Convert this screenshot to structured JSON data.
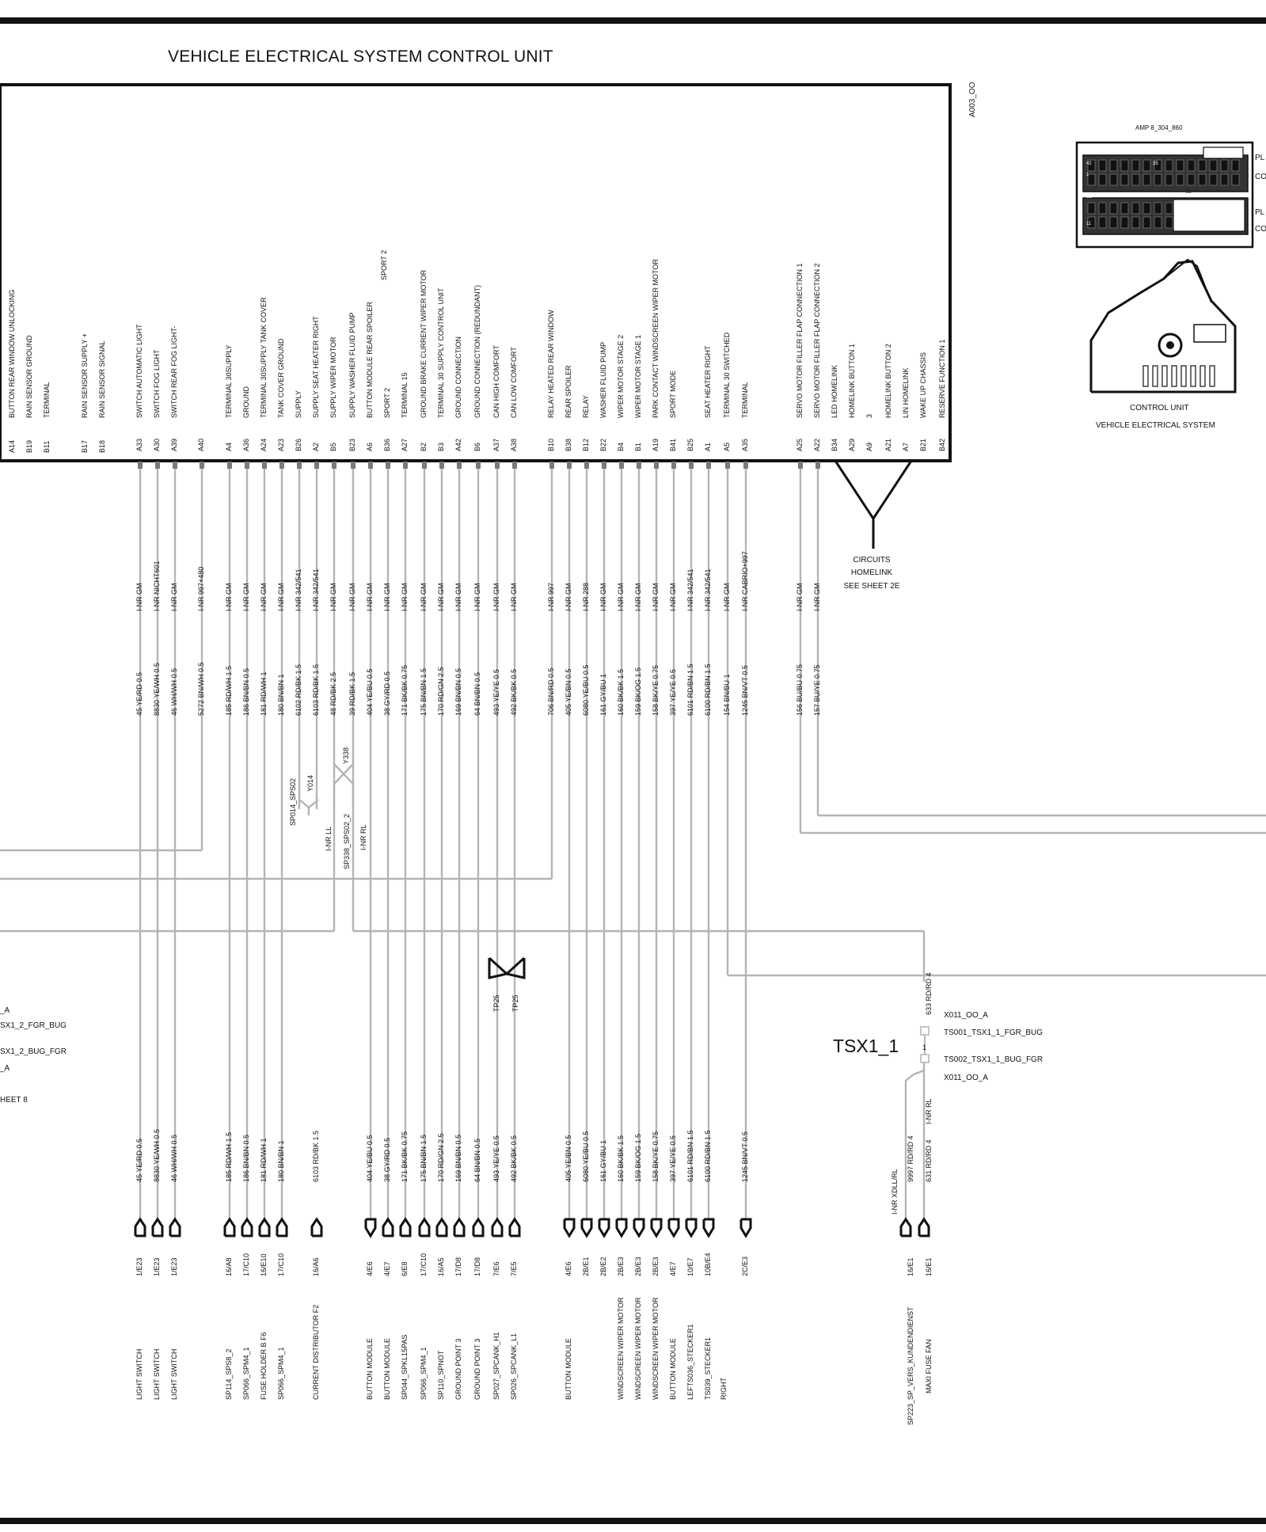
{
  "title": "VEHICLE ELECTRICAL SYSTEM CONTROL UNIT",
  "component_id": "A003_OO",
  "connector": {
    "part": "AMP 8_304_860",
    "caption1": "CONTROL UNIT",
    "caption2": "VEHICLE ELECTRICAL SYSTEM",
    "right_labels": [
      "PL",
      "CO",
      "PL",
      "CO"
    ],
    "pin_numbers": [
      "42",
      "35",
      "1",
      "21",
      "22",
      "11"
    ]
  },
  "left_pins": [
    {
      "fn": "BUTTON  REAR WINDOW  UNLOCKING",
      "pin": "A14"
    },
    {
      "fn": "RAIN SENSOR GROUND",
      "pin": "B19"
    },
    {
      "fn": "TERMINAL",
      "pin": "B11"
    },
    {
      "fn": "RAIN SENSOR  SUPPLY +",
      "pin": "B17"
    },
    {
      "fn": "RAIN SENSOR  SIGNAL",
      "pin": "B18"
    }
  ],
  "pins": [
    {
      "fn": "SWITCH  AUTOMATIC  LIGHT",
      "fn2": "",
      "pin": "A33",
      "info": "I-NR GM",
      "wire": "45 YE/RD 0.5",
      "term": "1/E23",
      "dest": "LIGHT SWITCH",
      "dest2": "",
      "conn": "up"
    },
    {
      "fn": "SWITCH  FOG LIGHT",
      "fn2": "",
      "pin": "A30",
      "info": "I-NR NICHT601",
      "wire": "8830 YE/WH 0.5",
      "term": "1/E23",
      "dest": "LIGHT SWITCH",
      "dest2": "",
      "conn": "up"
    },
    {
      "fn": "SWITCH  REAR FOG LIGHT-",
      "fn2": "",
      "pin": "A39",
      "info": "I-NR GM",
      "wire": "46 WH/WH 0.5",
      "term": "1/E23",
      "dest": "LIGHT SWITCH",
      "dest2": "",
      "conn": "up"
    },
    {
      "fn": "",
      "fn2": "",
      "pin": "A40",
      "info": "I-NR 997+480",
      "wire": "5272 BN/WH 0.5",
      "term": "",
      "dest": "",
      "dest2": "",
      "conn": ""
    },
    {
      "fn": "TERMINAL 30SUPPLY",
      "fn2": "",
      "pin": "A4",
      "info": "I-NR GM",
      "wire": "185 RD/WH 1.5",
      "term": "16/A8",
      "dest": "SP114_SPS8_2",
      "dest2": "",
      "conn": "up"
    },
    {
      "fn": "GROUND",
      "fn2": "",
      "pin": "A36",
      "info": "I-NR GM",
      "wire": "186 BN/BN 0.5",
      "term": "17/C10",
      "dest": "SP066_SPM4_1",
      "dest2": "",
      "conn": "up"
    },
    {
      "fn": "TERMINAL 30SUPPLY TANK COVER",
      "fn2": "",
      "pin": "A24",
      "info": "I-NR GM",
      "wire": "181 RD/WH 1",
      "term": "16/E10",
      "dest": "FUSE HOLDER B  F6",
      "dest2": "",
      "conn": "up"
    },
    {
      "fn": "TANK COVER  GROUND",
      "fn2": "",
      "pin": "A23",
      "info": "I-NR GM",
      "wire": "180 BN/BN 1",
      "term": "17/C10",
      "dest": "SP066_SPM4_1",
      "dest2": "",
      "conn": "up"
    },
    {
      "fn": "SUPPLY",
      "fn2": "",
      "pin": "B26",
      "info": "I-NR 342/541",
      "wire": "6102 RD/BK 1.5",
      "term": "",
      "dest": "",
      "dest2": "",
      "conn": ""
    },
    {
      "fn": "SUPPLY SEAT HEATER RIGHT",
      "fn2": "",
      "pin": "A2",
      "info": "I-NR 342/541",
      "wire": "6103 RD/BK 1.5",
      "term": "16/A6",
      "dest": "CURRENT DISTRIBUTOR F2",
      "dest2": "",
      "conn": "up"
    },
    {
      "fn": "SUPPLY WIPER MOTOR",
      "fn2": "",
      "pin": "B5",
      "info": "I-NR GM",
      "wire": "48 RD/BK 2.5",
      "term": "",
      "dest": "",
      "dest2": "",
      "conn": ""
    },
    {
      "fn": "SUPPLY WASHER FLUID PUMP",
      "fn2": "",
      "pin": "B23",
      "info": "I-NR GM",
      "wire": "39 RD/BK 1.5",
      "term": "",
      "dest": "",
      "dest2": "",
      "conn": ""
    },
    {
      "fn": "BUTTON  MODULE  REAR SPOILER",
      "fn2": "SPORT 2",
      "pin": "A6",
      "info": "I-NR GM",
      "wire": "404 YE/BU 0.5",
      "term": "4/E6",
      "dest": "BUTTON MODULE",
      "dest2": "",
      "conn": "down"
    },
    {
      "fn": "SPORT 2",
      "fn2": "",
      "pin": "B36",
      "info": "I-NR GM",
      "wire": "38 GY/RD 0.5",
      "term": "4/E7",
      "dest": "BUTTON MODULE",
      "dest2": "",
      "conn": "up"
    },
    {
      "fn": "TERMINAL 15",
      "fn2": "",
      "pin": "A27",
      "info": "I-NR GM",
      "wire": "171 BK/BK 0.75",
      "term": "6/E8",
      "dest": "SP044_SPKL15PAS",
      "dest2": "",
      "conn": "up"
    },
    {
      "fn": "GROUND  BRAKE  CURRENT  WIPER MOTOR",
      "fn2": "",
      "pin": "B2",
      "info": "I-NR GM",
      "wire": "175 BN/BN 1.5",
      "term": "17/C10",
      "dest": "SP066_SPM4_1",
      "dest2": "",
      "conn": "up"
    },
    {
      "fn": "TERMINAL 30  SUPPLY CONTROL UNIT",
      "fn2": "",
      "pin": "B3",
      "info": "I-NR GM",
      "wire": "170 RD/GN 2.5",
      "term": "16/A5",
      "dest": "SP110_SPNOT",
      "dest2": "",
      "conn": "up"
    },
    {
      "fn": "GROUND CONNECTION",
      "fn2": "",
      "pin": "A42",
      "info": "I-NR GM",
      "wire": "169 BN/BN 0.5",
      "term": "17/D8",
      "dest": "GROUND POINT 3",
      "dest2": "",
      "conn": "up"
    },
    {
      "fn": "GROUND CONNECTION  (REDUNDANT)",
      "fn2": "",
      "pin": "B6",
      "info": "I-NR GM",
      "wire": "64 BN/BN 0.5",
      "term": "17/D8",
      "dest": "GROUND POINT 3",
      "dest2": "",
      "conn": "up"
    },
    {
      "fn": "CAN HIGH  COMFORT",
      "fn2": "",
      "pin": "A37",
      "info": "I-NR GM",
      "wire": "493 YE/YE 0.5",
      "term": "7/E6",
      "dest": "SP027_SPCANK_H1",
      "dest2": "",
      "conn": "up"
    },
    {
      "fn": "CAN LOW  COMFORT",
      "fn2": "",
      "pin": "A38",
      "info": "I-NR GM",
      "wire": "492 BK/BK 0.5",
      "term": "7/E5",
      "dest": "SP026_SPCANK_L1",
      "dest2": "",
      "conn": "up"
    },
    {
      "fn": "RELAY  HEATED REAR WINDOW",
      "fn2": "",
      "pin": "B10",
      "info": "I-NR 997",
      "wire": "706 BN/RD 0.5",
      "term": "",
      "dest": "",
      "dest2": "",
      "conn": ""
    },
    {
      "fn": "REAR SPOILER",
      "fn2": "",
      "pin": "B38",
      "info": "I-NR GM",
      "wire": "405 YE/BN 0.5",
      "term": "4/E6",
      "dest": "BUTTON MODULE",
      "dest2": "",
      "conn": "down"
    },
    {
      "fn": "RELAY",
      "fn2": "",
      "pin": "B12",
      "info": "I-NR 288",
      "wire": "6080 YE/BU 0.5",
      "term": "2B/E1",
      "dest": "",
      "dest2": "",
      "conn": "down"
    },
    {
      "fn": "WASHER FLUID PUMP",
      "fn2": "",
      "pin": "B22",
      "info": "I-NR GM",
      "wire": "161 GY/BU 1",
      "term": "2B/E2",
      "dest": "",
      "dest2": "",
      "conn": "down"
    },
    {
      "fn": "WIPER MOTOR STAGE 2",
      "fn2": "",
      "pin": "B4",
      "info": "I-NR GM",
      "wire": "160 BK/BK 1.5",
      "term": "2B/E3",
      "dest": "WINDSCREEN WIPER MOTOR",
      "dest2": "",
      "conn": "down"
    },
    {
      "fn": "WIPER MOTOR STAGE 1",
      "fn2": "",
      "pin": "B1",
      "info": "I-NR GM",
      "wire": "159 BK/OG 1.5",
      "term": "2B/E3",
      "dest": "WINDSCREEN WIPER MOTOR",
      "dest2": "",
      "conn": "down"
    },
    {
      "fn": "PARK  CONTACT  WINDSCREEN WIPER MOTOR",
      "fn2": "",
      "pin": "A19",
      "info": "I-NR GM",
      "wire": "158 BK/YE 0.75",
      "term": "2B/E3",
      "dest": "WINDSCREEN WIPER MOTOR",
      "dest2": "",
      "conn": "down"
    },
    {
      "fn": "SPORT MODE",
      "fn2": "",
      "pin": "B41",
      "info": "I-NR GM",
      "wire": "397 YE/YE 0.5",
      "term": "4/E7",
      "dest": "BUTTON MODULE",
      "dest2": "",
      "conn": "down"
    },
    {
      "fn": "",
      "fn2": "",
      "pin": "B25",
      "info": "I-NR 342/541",
      "wire": "6101 RD/BN 1.5",
      "term": "10/E7",
      "dest": "LEFTS036_STECKER1",
      "dest2": "",
      "conn": "down"
    },
    {
      "fn": "SEAT HEATER RIGHT",
      "fn2": "",
      "pin": "A1",
      "info": "I-NR 342/541",
      "wire": "6100 RD/BN 1.5",
      "term": "10B/E4",
      "dest": "TS039_STECKER1",
      "dest2": "RIGHT",
      "conn": "down"
    },
    {
      "fn": "TERMINAL 30 SWITCHED",
      "fn2": "",
      "pin": "A5",
      "info": "I-NR GM",
      "wire": "154 BN/BU 1",
      "term": "",
      "dest": "",
      "dest2": "",
      "conn": ""
    },
    {
      "fn": "TERMINAL",
      "fn2": "",
      "pin": "A35",
      "info": "I-NR CABRIO+997",
      "wire": "1245 BN/VT 0.5",
      "term": "2C/E3",
      "dest": "",
      "dest2": "",
      "conn": "down"
    },
    {
      "fn": "SERVO MOTOR   FILLER FLAP  CONNECTION 1",
      "fn2": "",
      "pin": "A25",
      "info": "I-NR GM",
      "wire": "156 BU/BU 0.75",
      "term": "",
      "dest": "",
      "dest2": "",
      "conn": ""
    },
    {
      "fn": "SERVO MOTOR   FILLER FLAP  CONNECTION 2",
      "fn2": "",
      "pin": "A22",
      "info": "I-NR GM",
      "wire": "157 BU/YE 0.75",
      "term": "",
      "dest": "",
      "dest2": "",
      "conn": ""
    },
    {
      "fn": "LED   HOMELINK",
      "fn2": "",
      "pin": "B34",
      "info": "",
      "wire": "",
      "term": "",
      "dest": "",
      "dest2": "",
      "conn": ""
    },
    {
      "fn": "HOMELINK BUTTON 1",
      "fn2": "",
      "pin": "A29",
      "info": "",
      "wire": "",
      "term": "",
      "dest": "",
      "dest2": "",
      "conn": ""
    },
    {
      "fn": "3",
      "fn2": "",
      "pin": "A9",
      "info": "",
      "wire": "",
      "term": "",
      "dest": "",
      "dest2": "",
      "conn": ""
    },
    {
      "fn": "HOMELINK BUTTON 2",
      "fn2": "",
      "pin": "A21",
      "info": "",
      "wire": "",
      "term": "",
      "dest": "",
      "dest2": "",
      "conn": ""
    },
    {
      "fn": "LIN   HOMELINK",
      "fn2": "",
      "pin": "A7",
      "info": "",
      "wire": "",
      "term": "",
      "dest": "",
      "dest2": "",
      "conn": ""
    },
    {
      "fn": "WAKE UP  CHASSIS",
      "fn2": "",
      "pin": "B21",
      "info": "",
      "wire": "",
      "term": "",
      "dest": "",
      "dest2": "",
      "conn": ""
    },
    {
      "fn": "RESERVE FUNCTION 1",
      "fn2": "",
      "pin": "B42",
      "info": "",
      "wire": "",
      "term": "",
      "dest": "",
      "dest2": "",
      "conn": ""
    }
  ],
  "homelink_note": [
    "CIRCUITS",
    "HOMELINK",
    "SEE SHEET 2E"
  ],
  "splices": {
    "y014": "Y014",
    "y014_label": "SP014_SPS02",
    "y338": "Y338",
    "y338_label": "SP338_SPS02_2",
    "inr_ll": "I-NR LL",
    "inr_rl": "I-NR RL"
  },
  "tp": [
    "TP25",
    "TP25"
  ],
  "tsx": {
    "name": "TSX1_1",
    "x011_a": "X011_OO_A",
    "ts001": "TS001_TSX1_1_FGR_BUG",
    "ts002": "TS002_TSX1_1_BUG_FGR",
    "x011_b": "X011_OO_A",
    "pin": "1",
    "wire_top": "633 RD/RD 4",
    "inr_rl": "I-NR RL",
    "inr_xdll": "I-NR XDLL/RL",
    "wire_a": "9997 RD/RD 4",
    "wire_b": "631 RD/RD 4",
    "term_a": "16/E1",
    "term_b": "16/E1",
    "dest_a": "SP223_SP_VERS_KUNDENDIENST",
    "dest_b": "MAXI FUSE  FAN"
  },
  "left_edge": {
    "a": "_A",
    "b": "SX1_2_FGR_BUG",
    "c": "SX1_2_BUG_FGR",
    "d": "_A",
    "e": "HEET 8"
  }
}
